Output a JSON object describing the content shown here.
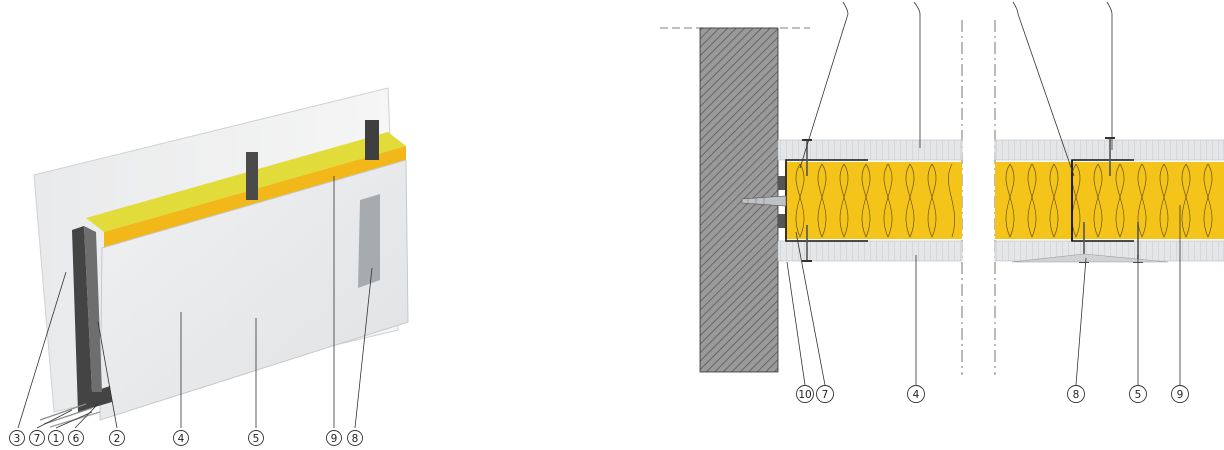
{
  "figure": {
    "views": {
      "isometric": {
        "callouts": [
          "3",
          "7",
          "1",
          "6",
          "2",
          "4",
          "5",
          "9",
          "8"
        ]
      },
      "section": {
        "callouts": [
          "10",
          "7",
          "4",
          "8",
          "5",
          "9"
        ]
      }
    },
    "colors": {
      "insulation": "#f5c41a",
      "insulation_top": "#e2dc3a",
      "board": "#e3e6e8",
      "board_dark": "#c8cccf",
      "profile": "#4a4a4a",
      "wall_hatch": "#6a6a6a"
    },
    "icons": [
      "screw-icon",
      "wall-anchor-icon"
    ]
  }
}
